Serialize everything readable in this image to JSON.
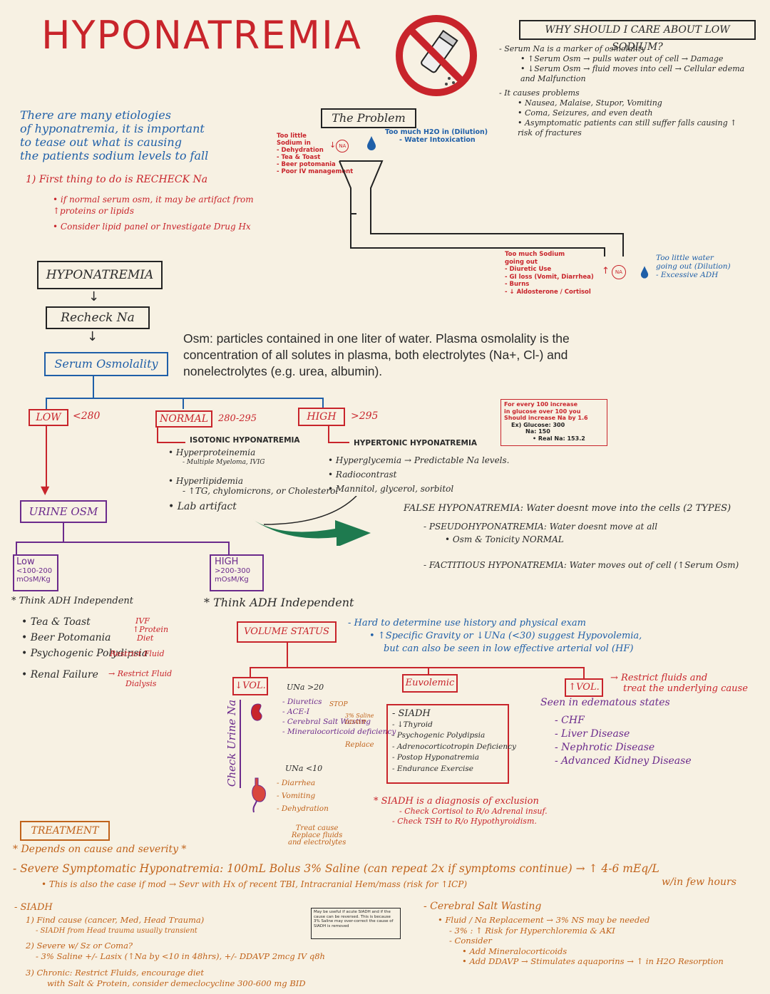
{
  "title": "HYPONATREMIA",
  "why_box": {
    "heading": "WHY SHOULD I CARE ABOUT LOW SODIUM?",
    "lines": [
      "- Serum Na is a marker of osmolality",
      "• ↑Serum Osm → pulls water out of cell → Damage",
      "• ↓Serum Osm → fluid moves into cell → Cellular edema and Malfunction",
      "- It causes problems",
      "• Nausea, Malaise, Stupor, Vomiting",
      "• Coma, Seizures, and even death",
      "• Asymptomatic patients can still suffer falls causing ↑ risk of fractures"
    ]
  },
  "intro": {
    "text_lines": [
      "There are many etiologies",
      "of hyponatremia, it is important",
      "to tease out what is causing",
      "the patients sodium levels to fall"
    ],
    "step1": "1) First thing to do is RECHECK Na",
    "bullets": [
      "• if normal serum osm, it may be artifact from ↑proteins or lipids",
      "• Consider lipid panel or Investigate Drug Hx"
    ]
  },
  "problem": {
    "label": "The Problem",
    "too_little_na": [
      "Too little",
      "Sodium in",
      "- Dehydration",
      "- Tea & Toast",
      "- Beer potomania",
      "- Poor IV management"
    ],
    "too_much_h2o": [
      "Too much H2O in (Dilution)",
      "- Water Intoxication"
    ],
    "too_much_na_out": [
      "Too much Sodium",
      "going out",
      "- Diuretic Use",
      "- GI loss (Vomit, Diarrhea)",
      "- Burns",
      "- ↓ Aldosterone / Cortisol"
    ],
    "too_little_water_out": [
      "Too little water",
      "going out (Dilution)",
      "- Excessive ADH"
    ],
    "na_label": "NA"
  },
  "flow": {
    "hyponatremia": "HYPONATREMIA",
    "recheck": "Recheck Na",
    "serum_osm": "Serum Osmolality",
    "osm_definition": "Osm: particles contained in one liter of water. Plasma osmolality is the concentration of all solutes in plasma, both electrolytes (Na+, Cl-) and nonelectrolytes (e.g. urea, albumin).",
    "low": "LOW",
    "low_range": "<280",
    "normal": "NORMAL",
    "normal_range": "280-295",
    "high": "HIGH",
    "high_range": ">295",
    "isotonic_title": "ISOTONIC HYPONATREMIA",
    "isotonic_items": [
      "• Hyperproteinemia",
      "- Multiple Myeloma, IVIG",
      "• Hyperlipidemia",
      "- ↑TG, chylomicrons, or Cholesterol",
      "• Lab artifact"
    ],
    "hypertonic_title": "HYPERTONIC HYPONATREMIA",
    "hypertonic_items": [
      "• Hyperglycemia → Predictable Na levels.",
      "• Radiocontrast",
      "• Mannitol, glycerol, sorbitol"
    ],
    "glucose_note": [
      "For every 100 increase",
      "in glucose over 100 you",
      "Should increase Na by 1.6",
      "Ex) Glucose: 300",
      "Na: 150",
      "• Real Na: 153.2"
    ],
    "false_title": "FALSE HYPONATREMIA: Water doesnt move into the cells (2 TYPES)",
    "false_items": [
      "- PSEUDOHYPONATREMIA: Water doesnt move at all",
      "• Osm & Tonicity NORMAL",
      "- FACTITIOUS HYPONATREMIA: Water moves out of cell (↑Serum Osm)"
    ],
    "urine_osm": "URINE OSM",
    "urine_low": [
      "Low",
      "<100-200",
      "mOsM/Kg"
    ],
    "urine_high": [
      "HIGH",
      ">200-300",
      "mOsM/Kg"
    ],
    "think_left": "* Think ADH Independent",
    "think_right": "* Think ADH Independent",
    "low_causes": [
      "• Tea & Toast",
      "• Beer Potomania",
      "• Psychogenic Polydipsia",
      "• Renal Failure"
    ],
    "low_treat": [
      "IVF",
      "↑Protein",
      "Diet",
      "Restrict Fluid",
      "→ Restrict Fluid",
      "Dialysis"
    ]
  },
  "volume": {
    "label": "VOLUME STATUS",
    "note": [
      "- Hard to determine use history and physical exam",
      "• ↑Specific Gravity or ↓UNa (<30) suggest Hypovolemia,",
      "but can also be seen in low effective arterial vol (HF)"
    ],
    "low_vol": "↓VOL.",
    "euvolemic": "Euvolemic",
    "high_vol": "↑VOL.",
    "check_urine": "Check Urine Na",
    "una_high": "UNa >20",
    "una_high_items": [
      "- Diuretics",
      "- ACE-I",
      "- Cerebral Salt Wasting",
      "- Mineralocorticoid deficiency"
    ],
    "una_high_notes": [
      "STOP",
      "3% Saline DDAVP",
      "Replace"
    ],
    "una_low": "UNa <10",
    "una_low_items": [
      "- Diarrhea",
      "- Vomiting",
      "- Dehydration"
    ],
    "treat_cause": [
      "Treat cause",
      "Replace fluids",
      "and electrolytes"
    ],
    "siadh_items": [
      "- SIADH",
      "- ↓Thyroid",
      "- Psychogenic Polydipsia",
      "- Adrenocorticotropin Deficiency",
      "- Postop Hyponatremia",
      "- Endurance Exercise"
    ],
    "siadh_note": [
      "* SIADH is a diagnosis of exclusion",
      "- Check Cortisol to R/o Adrenal insuf.",
      "- Check TSH to R/o Hypothyroidism."
    ],
    "high_vol_treat": [
      "→ Restrict fluids and",
      "treat the underlying cause"
    ],
    "edematous_title": "Seen in edematous states",
    "edematous_items": [
      "- CHF",
      "- Liver Disease",
      "- Nephrotic Disease",
      "- Advanced Kidney Disease"
    ]
  },
  "treatment": {
    "label": "TREATMENT",
    "depends": "* Depends on cause and severity *",
    "severe": "- Severe Symptomatic Hyponatremia: 100mL Bolus 3% Saline (can repeat 2x if symptoms continue) → ↑ 4-6 mEq/L",
    "severe_within": "w/in few hours",
    "severe_sub": "• This is also the case if mod → Sevr with Hx of recent TBI, Intracranial Hem/mass (risk for ↑ICP)",
    "siadh_title": "- SIADH",
    "siadh_items": [
      "1) Find cause (cancer, Med, Head Trauma)",
      "- SIADH from Head trauma usually transient",
      "2) Severe w/ Sz or Coma?",
      "- 3% Saline +/- Lasix (↑Na by <10 in 48hrs), +/- DDAVP 2mcg IV q8h",
      "3) Chronic: Restrict Fluids, encourage diet",
      "with Salt & Protein, consider demeclocycline 300-600 mg BID"
    ],
    "note_box": "May be useful if acute SIADH and if the cause can be reversed. This is because 3% Saline may over-correct the cause of SIADH is removed",
    "csw_title": "- Cerebral Salt Wasting",
    "csw_items": [
      "• Fluid / Na Replacement → 3% NS may be needed",
      "- 3% : ↑ Risk for Hyperchloremia & AKI",
      "- Consider",
      "• Add Mineralocorticoids",
      "• Add DDAVP → Stimulates aquaporins → ↑ in H2O Resorption"
    ]
  },
  "colors": {
    "red": "#c8242b",
    "blue": "#1f5fa8",
    "purple": "#6b2a8c",
    "orange": "#c0621a",
    "green": "#1e7a4f"
  }
}
